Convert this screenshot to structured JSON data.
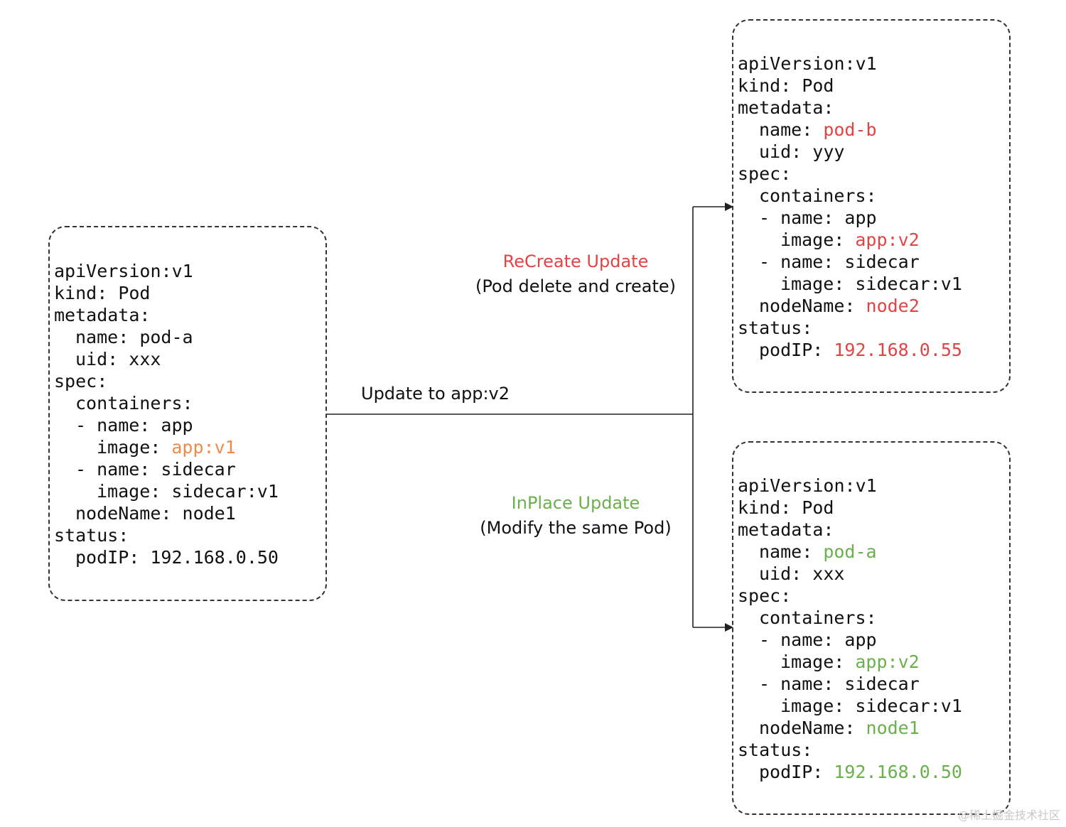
{
  "source_pod": {
    "lines": [
      {
        "indent": 0,
        "key": "apiVersion:",
        "value": "v1",
        "highlight": ""
      },
      {
        "indent": 0,
        "key": "kind: ",
        "value": "Pod",
        "highlight": ""
      },
      {
        "indent": 0,
        "key": "metadata:",
        "value": "",
        "highlight": ""
      },
      {
        "indent": 1,
        "key": "name: ",
        "value": "pod-a",
        "highlight": ""
      },
      {
        "indent": 1,
        "key": "uid: ",
        "value": "xxx",
        "highlight": ""
      },
      {
        "indent": 0,
        "key": "spec:",
        "value": "",
        "highlight": ""
      },
      {
        "indent": 1,
        "key": "containers:",
        "value": "",
        "highlight": ""
      },
      {
        "indent": 1,
        "key": "- name: ",
        "value": "app",
        "highlight": ""
      },
      {
        "indent": 2,
        "key": "image: ",
        "value": "app:v1",
        "highlight": "orange"
      },
      {
        "indent": 1,
        "key": "- name: ",
        "value": "sidecar",
        "highlight": ""
      },
      {
        "indent": 2,
        "key": "image: ",
        "value": "sidecar:v1",
        "highlight": ""
      },
      {
        "indent": 1,
        "key": "nodeName: ",
        "value": "node1",
        "highlight": ""
      },
      {
        "indent": 0,
        "key": "status:",
        "value": "",
        "highlight": ""
      },
      {
        "indent": 1,
        "key": "podIP: ",
        "value": "192.168.0.50",
        "highlight": ""
      }
    ]
  },
  "recreate_pod": {
    "lines": [
      {
        "indent": 0,
        "key": "apiVersion:",
        "value": "v1",
        "highlight": ""
      },
      {
        "indent": 0,
        "key": "kind: ",
        "value": "Pod",
        "highlight": ""
      },
      {
        "indent": 0,
        "key": "metadata:",
        "value": "",
        "highlight": ""
      },
      {
        "indent": 1,
        "key": "name: ",
        "value": "pod-b",
        "highlight": "red"
      },
      {
        "indent": 1,
        "key": "uid: ",
        "value": "yyy",
        "highlight": ""
      },
      {
        "indent": 0,
        "key": "spec:",
        "value": "",
        "highlight": ""
      },
      {
        "indent": 1,
        "key": "containers:",
        "value": "",
        "highlight": ""
      },
      {
        "indent": 1,
        "key": "- name: ",
        "value": "app",
        "highlight": ""
      },
      {
        "indent": 2,
        "key": "image: ",
        "value": "app:v2",
        "highlight": "red"
      },
      {
        "indent": 1,
        "key": "- name: ",
        "value": "sidecar",
        "highlight": ""
      },
      {
        "indent": 2,
        "key": "image: ",
        "value": "sidecar:v1",
        "highlight": ""
      },
      {
        "indent": 1,
        "key": "nodeName: ",
        "value": "node2",
        "highlight": "red"
      },
      {
        "indent": 0,
        "key": "status:",
        "value": "",
        "highlight": ""
      },
      {
        "indent": 1,
        "key": "podIP: ",
        "value": "192.168.0.55",
        "highlight": "red"
      }
    ]
  },
  "inplace_pod": {
    "lines": [
      {
        "indent": 0,
        "key": "apiVersion:",
        "value": "v1",
        "highlight": ""
      },
      {
        "indent": 0,
        "key": "kind: ",
        "value": "Pod",
        "highlight": ""
      },
      {
        "indent": 0,
        "key": "metadata:",
        "value": "",
        "highlight": ""
      },
      {
        "indent": 1,
        "key": "name: ",
        "value": "pod-a",
        "highlight": "green"
      },
      {
        "indent": 1,
        "key": "uid: ",
        "value": "xxx",
        "highlight": ""
      },
      {
        "indent": 0,
        "key": "spec:",
        "value": "",
        "highlight": ""
      },
      {
        "indent": 1,
        "key": "containers:",
        "value": "",
        "highlight": ""
      },
      {
        "indent": 1,
        "key": "- name: ",
        "value": "app",
        "highlight": ""
      },
      {
        "indent": 2,
        "key": "image: ",
        "value": "app:v2",
        "highlight": "green"
      },
      {
        "indent": 1,
        "key": "- name: ",
        "value": "sidecar",
        "highlight": ""
      },
      {
        "indent": 2,
        "key": "image: ",
        "value": "sidecar:v1",
        "highlight": ""
      },
      {
        "indent": 1,
        "key": "nodeName: ",
        "value": "node1",
        "highlight": "green"
      },
      {
        "indent": 0,
        "key": "status:",
        "value": "",
        "highlight": ""
      },
      {
        "indent": 1,
        "key": "podIP: ",
        "value": "192.168.0.50",
        "highlight": "green"
      }
    ]
  },
  "labels": {
    "update_to": "Update to app:v2",
    "recreate_title": "ReCreate Update",
    "recreate_subtitle": "(Pod delete and create)",
    "inplace_title": "InPlace Update",
    "inplace_subtitle": "(Modify the same Pod)"
  },
  "colors": {
    "orange": "#f08a4b",
    "red": "#e04545",
    "green": "#6ab04c",
    "line": "#222222"
  },
  "watermark": "@稀土掘金技术社区"
}
